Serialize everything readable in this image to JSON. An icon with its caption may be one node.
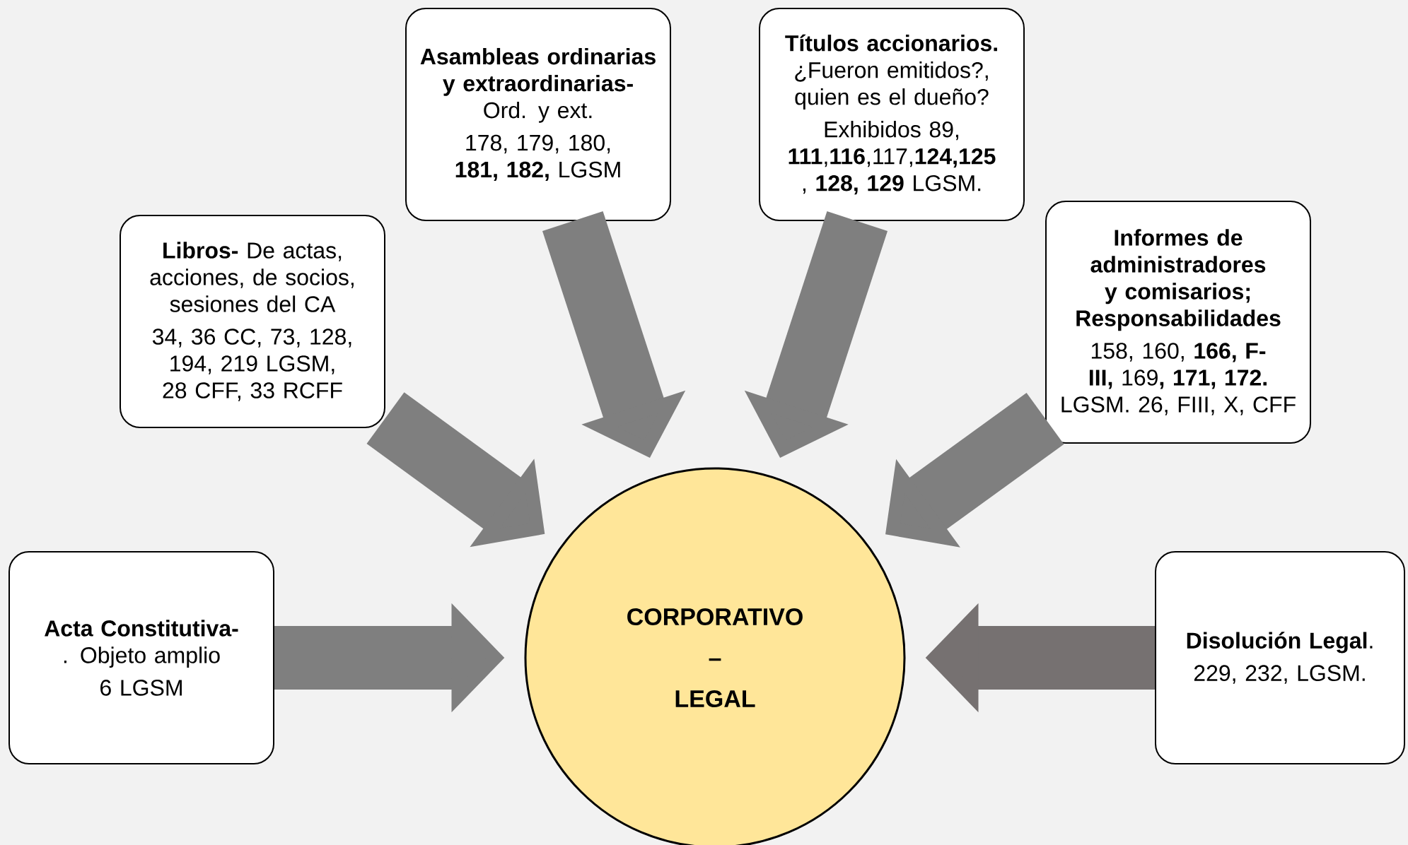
{
  "diagram": {
    "nodes": [
      {
        "text": [
          "**Asambleas ordinarias y extraordinarias-** Ord. y ext.",
          "178, 179, 180, **181, 182,** LGSM"
        ]
      },
      {
        "text": [
          "**Títulos accionarios.** ¿Fueron emitidos?, quien es el dueño?",
          "Exhibidos 89, **111**,**116**,117,**124,125** , **128, 129** LGSM."
        ]
      },
      {
        "text": [
          "**Libros-** De actas, acciones, de socios, sesiones del CA",
          "34, 36 CC, 73, 128, 194, 219 LGSM, 28 CFF, 33 RCFF"
        ]
      },
      {
        "text": [
          "**Informes de administradores y comisarios; Responsabilidades**",
          "158, 160, **166, F-III,** 169**, 171, 172.** LGSM. 26, FIII, X, CFF"
        ]
      },
      {
        "text": [
          "**Acta Constitutiva-**. Objeto amplio",
          "6 LGSM"
        ]
      },
      {
        "text": [
          "CORPORATIVO",
          "–",
          "LEGAL"
        ]
      },
      {
        "text": [
          "**Disolución Legal**.",
          "229, 232, LGSM."
        ]
      }
    ],
    "edges": [
      {
        "from": 0,
        "to": 5,
        "arrow": "to"
      },
      {
        "from": 1,
        "to": 5,
        "arrow": "to"
      },
      {
        "from": 2,
        "to": 5,
        "arrow": "to"
      },
      {
        "from": 3,
        "to": 5,
        "arrow": "to"
      },
      {
        "from": 4,
        "to": 5,
        "arrow": "to"
      },
      {
        "from": 6,
        "to": 5,
        "arrow": "to",
        "color": "#767171"
      }
    ]
  }
}
